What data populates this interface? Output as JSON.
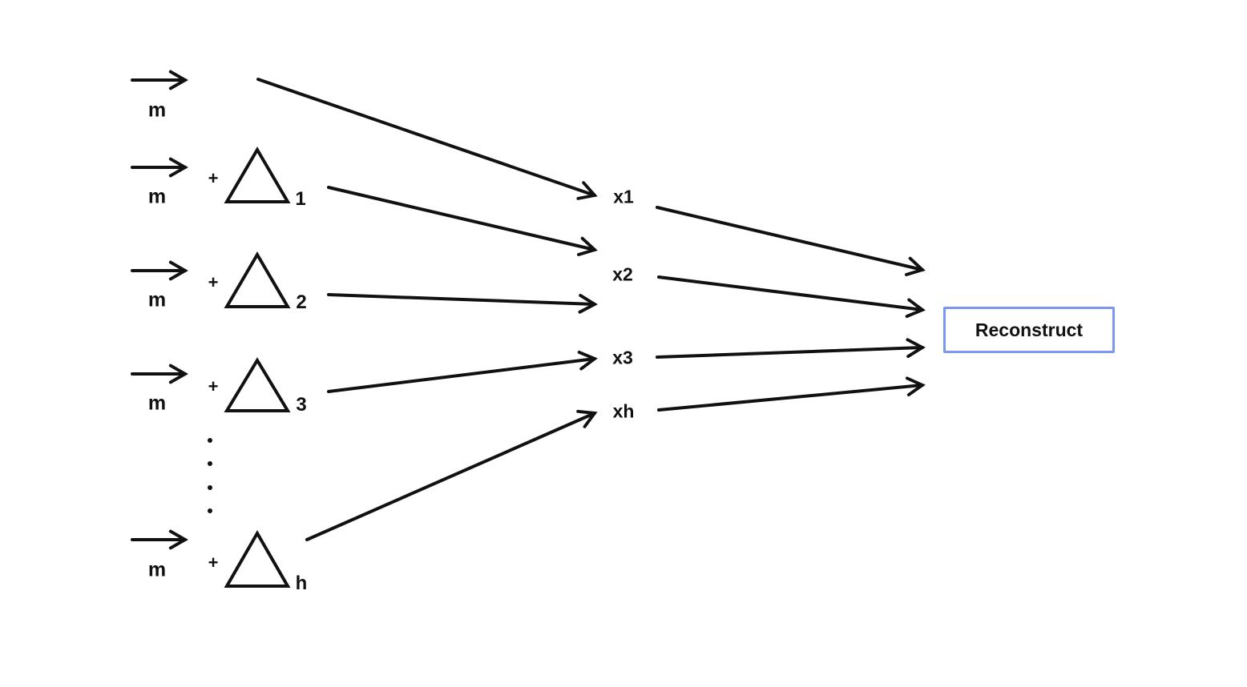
{
  "colors": {
    "line": "#111111",
    "text": "#111111",
    "box_border": "#7b97ef",
    "background": "#ffffff"
  },
  "rows": [
    {
      "input_label": "m",
      "plus": "",
      "delta_subscript": ""
    },
    {
      "input_label": "m",
      "plus": "+",
      "delta_subscript": "1"
    },
    {
      "input_label": "m",
      "plus": "+",
      "delta_subscript": "2"
    },
    {
      "input_label": "m",
      "plus": "+",
      "delta_subscript": "3"
    },
    {
      "input_label": "m",
      "plus": "+",
      "delta_subscript": "h"
    }
  ],
  "nodes": [
    {
      "label": "x1"
    },
    {
      "label": "x2"
    },
    {
      "label": "x3"
    },
    {
      "label": "xh"
    }
  ],
  "output": {
    "label": "Reconstruct"
  }
}
